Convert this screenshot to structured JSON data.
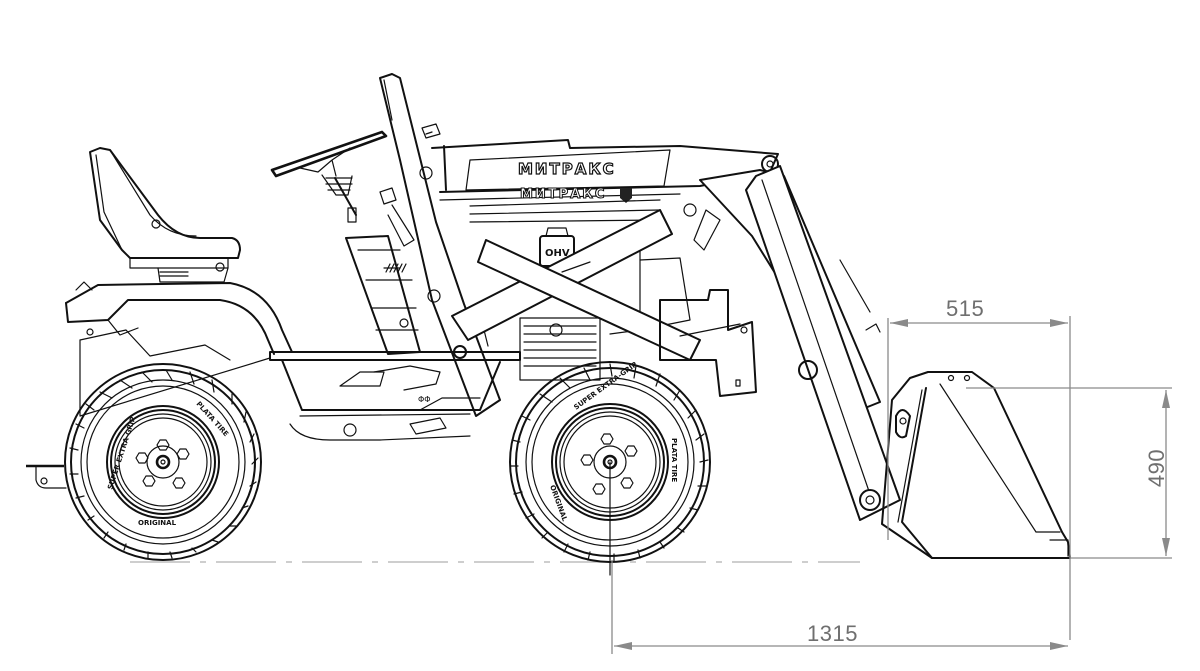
{
  "drawing": {
    "subject": "Mini tractor with front loader, side view technical drawing",
    "brand_label_main": "МИТРАКС",
    "brand_label_secondary": "МИТРАКС",
    "engine_label": "OHV",
    "tire_text_front": "SUPER EXTRA-GRIP",
    "tire_text_side": "PLATA TIRE",
    "tire_text_bottom": "ORIGINAL",
    "colors": {
      "line": "#111111",
      "dimension": "#8a8a8a",
      "dimension_text": "#6f6f6f",
      "background": "#ffffff"
    }
  },
  "dimensions": {
    "bucket_width": {
      "value": "515",
      "unit": "mm",
      "orientation": "horizontal"
    },
    "bucket_height": {
      "value": "490",
      "unit": "mm",
      "orientation": "vertical"
    },
    "front_axle_to_bucket_edge": {
      "value": "1315",
      "unit": "mm",
      "orientation": "horizontal"
    }
  }
}
